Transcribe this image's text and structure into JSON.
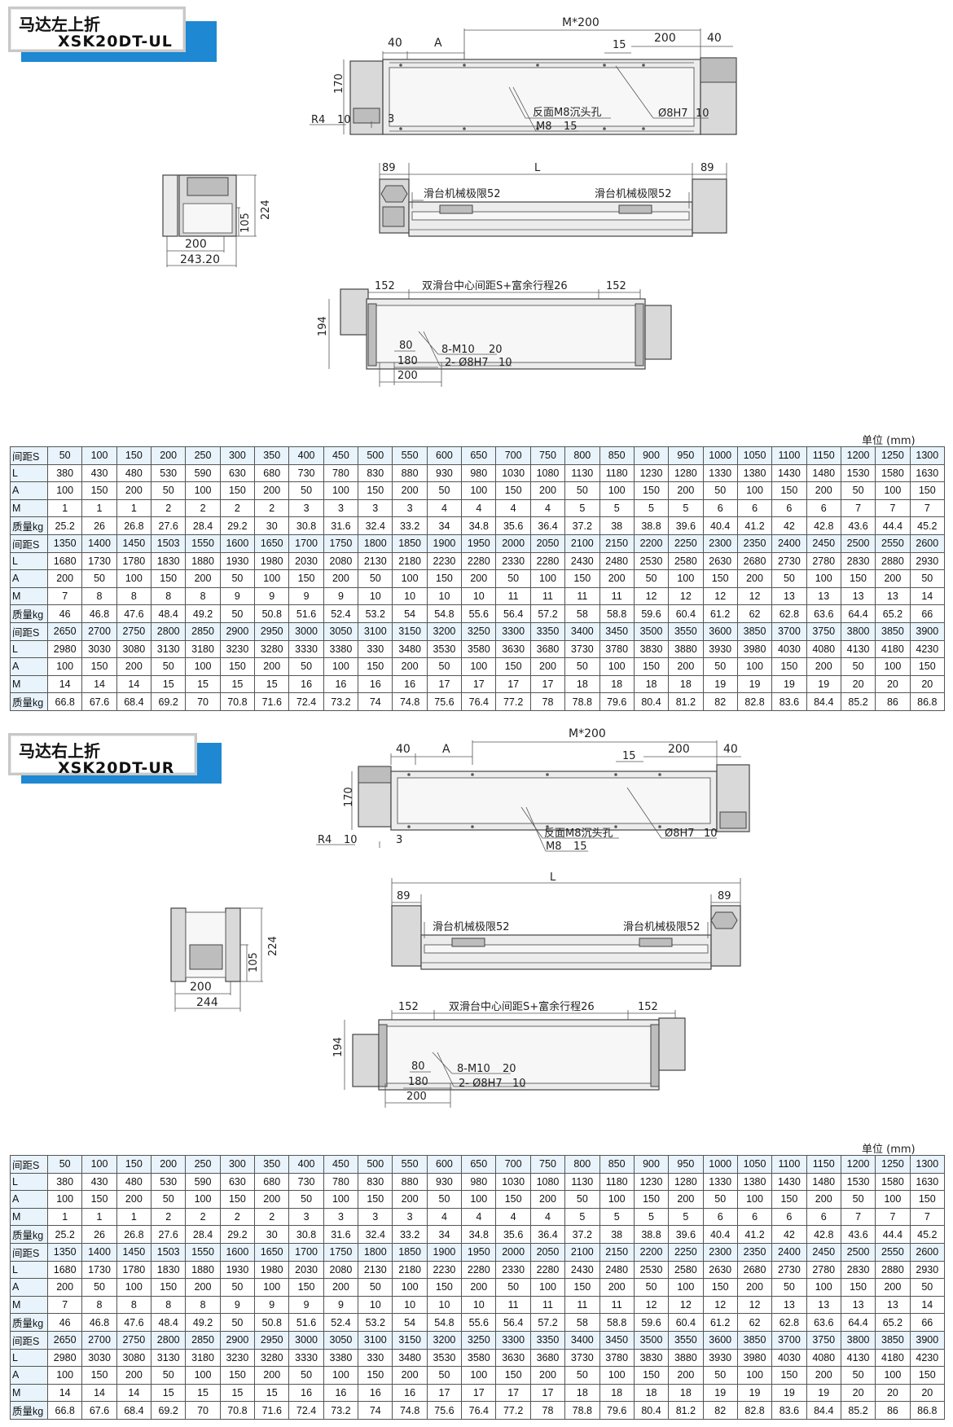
{
  "sections": [
    {
      "title": "马达左上折",
      "model": "XSK20DT-UL",
      "top_view": {
        "dims": [
          "40",
          "A",
          "M*200",
          "15",
          "200",
          "40",
          "170",
          "R4",
          "10",
          "3",
          "反面M8沉头孔",
          "M8",
          "15",
          "Ø8H7",
          "10"
        ]
      },
      "side_view": {
        "dims": [
          "89",
          "L",
          "89",
          "滑台机械极限52",
          "滑台机械极限52"
        ]
      },
      "end_view": {
        "dims": [
          "105",
          "224",
          "200",
          "243.20"
        ]
      },
      "double_view": {
        "dims": [
          "152",
          "双滑台中心间距S+富余行程26",
          "152",
          "194",
          "80",
          "180",
          "200",
          "8-M10",
          "20",
          "2- Ø8H7",
          "10"
        ]
      },
      "unit": "单位 (mm)"
    },
    {
      "title": "马达右上折",
      "model": "XSK20DT-UR",
      "top_view": {
        "dims": [
          "40",
          "A",
          "M*200",
          "15",
          "200",
          "40",
          "170",
          "R4",
          "10",
          "3",
          "反面M8沉头孔",
          "M8",
          "15",
          "Ø8H7",
          "10"
        ]
      },
      "side_view": {
        "dims": [
          "89",
          "L",
          "89",
          "滑台机械极限52",
          "滑台机械极限52"
        ]
      },
      "end_view": {
        "dims": [
          "105",
          "224",
          "200",
          "244"
        ]
      },
      "double_view": {
        "dims": [
          "152",
          "双滑台中心间距S+富余行程26",
          "152",
          "194",
          "80",
          "180",
          "200",
          "8-M10",
          "20",
          "2- Ø8H7",
          "10"
        ]
      },
      "unit": "单位 (mm)"
    }
  ],
  "table": {
    "headers": [
      "间距S",
      "L",
      "A",
      "M",
      "质量kg"
    ],
    "blocks": [
      {
        "S": [
          "50",
          "100",
          "150",
          "200",
          "250",
          "300",
          "350",
          "400",
          "450",
          "500",
          "550",
          "600",
          "650",
          "700",
          "750",
          "800",
          "850",
          "900",
          "950",
          "1000",
          "1050",
          "1100",
          "1150",
          "1200",
          "1250",
          "1300"
        ],
        "L": [
          "380",
          "430",
          "480",
          "530",
          "590",
          "630",
          "680",
          "730",
          "780",
          "830",
          "880",
          "930",
          "980",
          "1030",
          "1080",
          "1130",
          "1180",
          "1230",
          "1280",
          "1330",
          "1380",
          "1430",
          "1480",
          "1530",
          "1580",
          "1630"
        ],
        "A": [
          "100",
          "150",
          "200",
          "50",
          "100",
          "150",
          "200",
          "50",
          "100",
          "150",
          "200",
          "50",
          "100",
          "150",
          "200",
          "50",
          "100",
          "150",
          "200",
          "50",
          "100",
          "150",
          "200",
          "50",
          "100",
          "150"
        ],
        "M": [
          "1",
          "1",
          "1",
          "2",
          "2",
          "2",
          "2",
          "3",
          "3",
          "3",
          "3",
          "4",
          "4",
          "4",
          "4",
          "5",
          "5",
          "5",
          "5",
          "6",
          "6",
          "6",
          "6",
          "7",
          "7",
          "7"
        ],
        "W": [
          "25.2",
          "26",
          "26.8",
          "27.6",
          "28.4",
          "29.2",
          "30",
          "30.8",
          "31.6",
          "32.4",
          "33.2",
          "34",
          "34.8",
          "35.6",
          "36.4",
          "37.2",
          "38",
          "38.8",
          "39.6",
          "40.4",
          "41.2",
          "42",
          "42.8",
          "43.6",
          "44.4",
          "45.2"
        ]
      },
      {
        "S": [
          "1350",
          "1400",
          "1450",
          "1503",
          "1550",
          "1600",
          "1650",
          "1700",
          "1750",
          "1800",
          "1850",
          "1900",
          "1950",
          "2000",
          "2050",
          "2100",
          "2150",
          "2200",
          "2250",
          "2300",
          "2350",
          "2400",
          "2450",
          "2500",
          "2550",
          "2600"
        ],
        "L": [
          "1680",
          "1730",
          "1780",
          "1830",
          "1880",
          "1930",
          "1980",
          "2030",
          "2080",
          "2130",
          "2180",
          "2230",
          "2280",
          "2330",
          "2280",
          "2430",
          "2480",
          "2530",
          "2580",
          "2630",
          "2680",
          "2730",
          "2780",
          "2830",
          "2880",
          "2930"
        ],
        "A": [
          "200",
          "50",
          "100",
          "150",
          "200",
          "50",
          "100",
          "150",
          "200",
          "50",
          "100",
          "150",
          "200",
          "50",
          "100",
          "150",
          "200",
          "50",
          "100",
          "150",
          "200",
          "50",
          "100",
          "150",
          "200",
          "50"
        ],
        "M": [
          "7",
          "8",
          "8",
          "8",
          "8",
          "9",
          "9",
          "9",
          "9",
          "10",
          "10",
          "10",
          "10",
          "11",
          "11",
          "11",
          "11",
          "12",
          "12",
          "12",
          "12",
          "13",
          "13",
          "13",
          "13",
          "14"
        ],
        "W": [
          "46",
          "46.8",
          "47.6",
          "48.4",
          "49.2",
          "50",
          "50.8",
          "51.6",
          "52.4",
          "53.2",
          "54",
          "54.8",
          "55.6",
          "56.4",
          "57.2",
          "58",
          "58.8",
          "59.6",
          "60.4",
          "61.2",
          "62",
          "62.8",
          "63.6",
          "64.4",
          "65.2",
          "66"
        ]
      },
      {
        "S": [
          "2650",
          "2700",
          "2750",
          "2800",
          "2850",
          "2900",
          "2950",
          "3000",
          "3050",
          "3100",
          "3150",
          "3200",
          "3250",
          "3300",
          "3350",
          "3400",
          "3450",
          "3500",
          "3550",
          "3600",
          "3850",
          "3700",
          "3750",
          "3800",
          "3850",
          "3900"
        ],
        "L": [
          "2980",
          "3030",
          "3080",
          "3130",
          "3180",
          "3230",
          "3280",
          "3330",
          "3380",
          "330",
          "3480",
          "3530",
          "3580",
          "3630",
          "3680",
          "3730",
          "3780",
          "3830",
          "3880",
          "3930",
          "3980",
          "4030",
          "4080",
          "4130",
          "4180",
          "4230"
        ],
        "A": [
          "100",
          "150",
          "200",
          "50",
          "100",
          "150",
          "200",
          "50",
          "100",
          "150",
          "200",
          "50",
          "100",
          "150",
          "200",
          "50",
          "100",
          "150",
          "200",
          "50",
          "100",
          "150",
          "200",
          "50",
          "100",
          "150"
        ],
        "M": [
          "14",
          "14",
          "14",
          "15",
          "15",
          "15",
          "15",
          "16",
          "16",
          "16",
          "16",
          "17",
          "17",
          "17",
          "17",
          "18",
          "18",
          "18",
          "18",
          "19",
          "19",
          "19",
          "19",
          "20",
          "20",
          "20"
        ],
        "W": [
          "66.8",
          "67.6",
          "68.4",
          "69.2",
          "70",
          "70.8",
          "71.6",
          "72.4",
          "73.2",
          "74",
          "74.8",
          "75.6",
          "76.4",
          "77.2",
          "78",
          "78.8",
          "79.6",
          "80.4",
          "81.2",
          "82",
          "82.8",
          "83.6",
          "84.4",
          "85.2",
          "86",
          "86.8"
        ]
      }
    ]
  }
}
